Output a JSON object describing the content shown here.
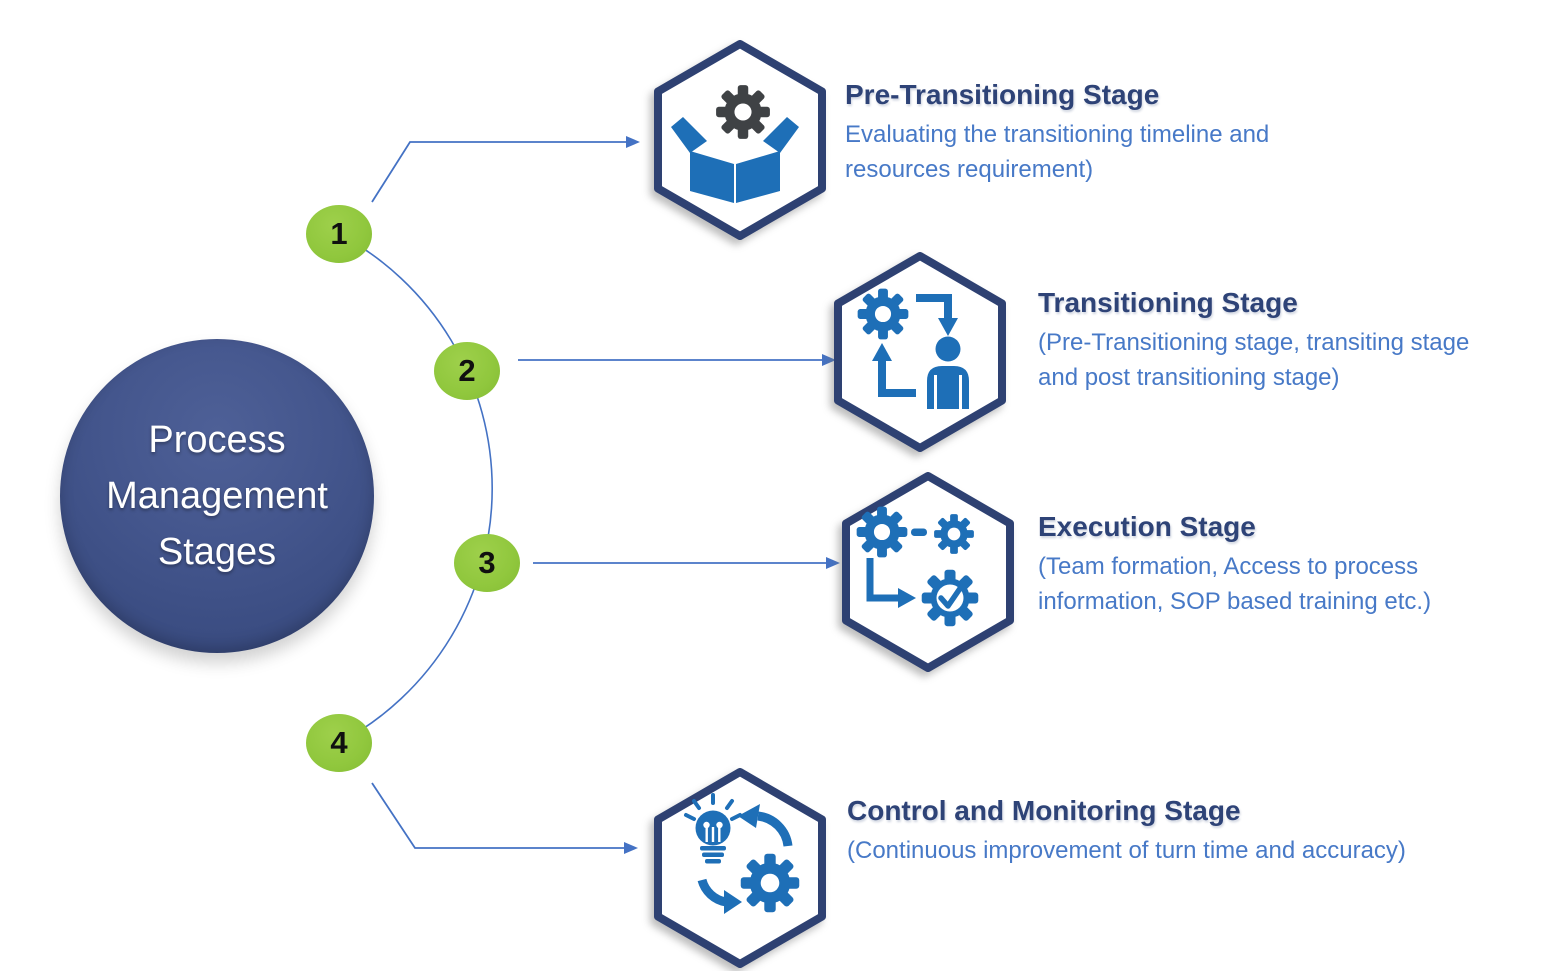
{
  "diagram": {
    "title": "Process Management Stages",
    "title_lines": [
      "Process",
      "Management",
      "Stages"
    ]
  },
  "stages": [
    {
      "number": "1",
      "title": "Pre-Transitioning Stage",
      "description": "Evaluating the transitioning timeline and resources requirement)",
      "icon": "open box with gear"
    },
    {
      "number": "2",
      "title": "Transitioning Stage",
      "description": "(Pre-Transitioning stage, transiting stage and post transitioning stage)",
      "icon": "gear and person cycle"
    },
    {
      "number": "3",
      "title": "Execution Stage",
      "description": "(Team formation, Access to process information, SOP based training etc.)",
      "icon": "linked gears with check gear"
    },
    {
      "number": "4",
      "title": "Control and Monitoring Stage",
      "description": "(Continuous improvement of turn time and accuracy)",
      "icon": "light bulb and gear cycle"
    }
  ],
  "colors": {
    "central_circle": "#3D5084",
    "stage_badge_green": "#90C73D",
    "hexagon_border": "#2E4172",
    "icon_blue": "#1E6FB7",
    "icon_dark_gray": "#3F4245",
    "stage_title": "#2E4377",
    "stage_description": "#4779C7",
    "connector_line": "#4472C4",
    "background": "#FFFFFF"
  }
}
